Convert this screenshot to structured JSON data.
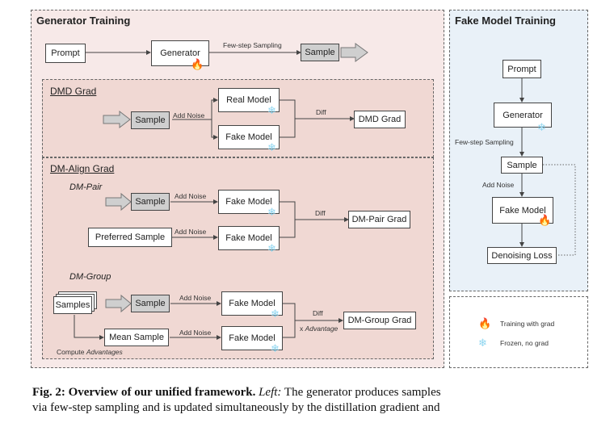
{
  "generator_training": {
    "title": "Generator Training",
    "prompt": "Prompt",
    "generator": "Generator",
    "few_step_sampling": "Few-step Sampling",
    "sample": "Sample"
  },
  "dmd_grad": {
    "title": "DMD Grad",
    "sample": "Sample",
    "add_noise": "Add Noise",
    "real_model": "Real Model",
    "fake_model": "Fake Model",
    "diff": "Diff",
    "output": "DMD Grad"
  },
  "dm_align_grad": {
    "title": "DM-Align Grad",
    "dm_pair": {
      "title": "DM-Pair",
      "sample": "Sample",
      "add_noise_1": "Add Noise",
      "add_noise_2": "Add Noise",
      "preferred_sample": "Preferred Sample",
      "fake_model_1": "Fake Model",
      "fake_model_2": "Fake Model",
      "diff": "Diff",
      "output": "DM-Pair Grad"
    },
    "dm_group": {
      "title": "DM-Group",
      "samples": "Samples",
      "sample": "Sample",
      "mean_sample": "Mean Sample",
      "compute_advantages_prefix": "Compute",
      "compute_advantages_italic": "Advantages",
      "add_noise_1": "Add Noise",
      "add_noise_2": "Add Noise",
      "fake_model_1": "Fake Model",
      "fake_model_2": "Fake Model",
      "diff": "Diff",
      "x_prefix": "x",
      "x_advantage": "Advantage",
      "output": "DM-Group Grad"
    }
  },
  "fake_model_training": {
    "title": "Fake Model Training",
    "prompt": "Prompt",
    "generator": "Generator",
    "few_step_sampling": "Few-step Sampling",
    "sample": "Sample",
    "add_noise": "Add Noise",
    "fake_model": "Fake Model",
    "denoising_loss": "Denoising Loss"
  },
  "legend": {
    "training": "Training with grad",
    "frozen": "Frozen, no grad",
    "training_icon": "flame-icon",
    "frozen_icon": "snowflake-icon"
  },
  "caption": {
    "label": "Fig. 2: Overview of our unified framework.",
    "left": "Left:",
    "text1": " The generator produces samples",
    "line2": "via few-step sampling and is updated simultaneously by the distillation gradient and"
  },
  "colors": {
    "left_panel_bg": "#f7e9e8",
    "inner_panel_bg": "#f0d8d3",
    "right_panel_bg": "#e9f1f8",
    "sample_box": "#cfcfcf",
    "flame": "#f07a12",
    "snowflake": "#8fd6f0"
  }
}
